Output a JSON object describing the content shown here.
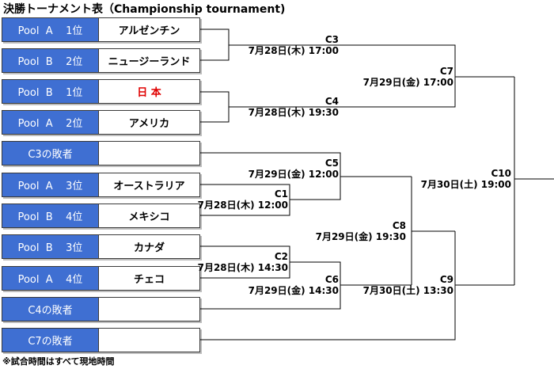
{
  "title": "決勝トーナメント表（Championship tournament)",
  "footnote": "※試合時間はすべて現地時間",
  "colors": {
    "pool_bg": "#3f6fd2",
    "highlight_text": "#e00000"
  },
  "teams": [
    {
      "pool": "Pool  A    1位",
      "name": "アルゼンチン"
    },
    {
      "pool": "Pool  B    2位",
      "name": "ニュージーランド"
    },
    {
      "pool": "Pool  B    1位",
      "name": "日   本"
    },
    {
      "pool": "Pool  A    2位",
      "name": "アメリカ"
    },
    {
      "pool": "C3の敗者",
      "name": ""
    },
    {
      "pool": "Pool  A    3位",
      "name": "オーストラリア"
    },
    {
      "pool": "Pool  B    4位",
      "name": "メキシコ"
    },
    {
      "pool": "Pool  B    3位",
      "name": "カナダ"
    },
    {
      "pool": "Pool  A    4位",
      "name": "チェコ"
    },
    {
      "pool": "C4の敗者",
      "name": ""
    },
    {
      "pool": "C7の敗者",
      "name": ""
    }
  ],
  "matches": {
    "c3": {
      "code": "C3",
      "time": "7月28日(木) 17:00"
    },
    "c4": {
      "code": "C4",
      "time": "7月28日(木) 19:30"
    },
    "c7": {
      "code": "C7",
      "time": "7月29日(金) 17:00"
    },
    "c5": {
      "code": "C5",
      "time": "7月29日(金) 12:00"
    },
    "c1": {
      "code": "C1",
      "time": "7月28日(木) 12:00"
    },
    "c2": {
      "code": "C2",
      "time": "7月28日(木) 14:30"
    },
    "c6": {
      "code": "C6",
      "time": "7月29日(金) 14:30"
    },
    "c8": {
      "code": "C8",
      "time": "7月29日(金)   19:30"
    },
    "c9": {
      "code": "C9",
      "time": "7月30日(土) 13:30"
    },
    "c10": {
      "code": "C10",
      "time": "7月30日(土) 19:00"
    }
  }
}
